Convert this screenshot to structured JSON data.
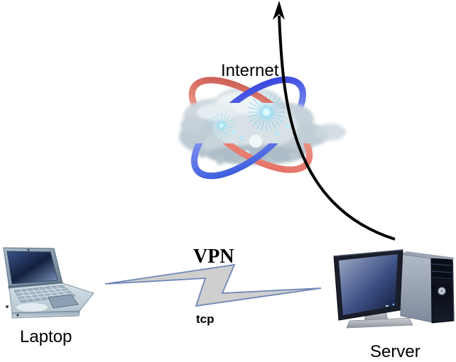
{
  "diagram": {
    "internet_label": "Internet",
    "laptop_label": "Laptop",
    "server_label": "Server",
    "vpn_label": "VPN",
    "vpn_protocol_label": "tcp",
    "colors": {
      "background": "#ffffff",
      "bolt_fill": "#cfcfcf",
      "bolt_outline": "#6d87b8",
      "ring_red": "#c9534a",
      "ring_blue": "#2a50d8",
      "cloud_gray": "#ccd6dd",
      "sparkle_cyan": "#7fd2ef",
      "arrow": "#000000"
    }
  }
}
